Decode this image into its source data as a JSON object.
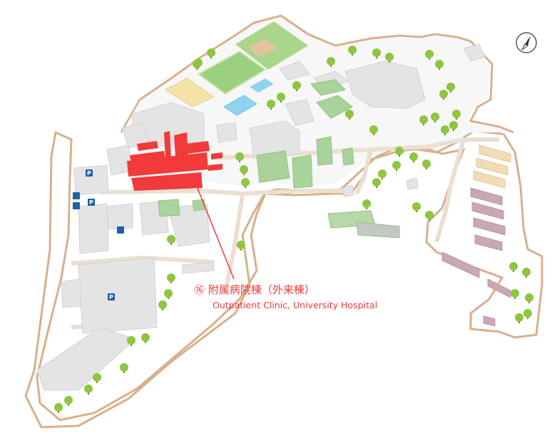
{
  "map": {
    "highlight": {
      "number": "⑯",
      "name_jp": "附属病院棟（外来棟）",
      "name_en": "Outpatient Clinic, University Hospital",
      "color": "#f23a3a"
    },
    "parking_label": "P",
    "colors": {
      "campus_outline": "#d8b08c",
      "building": "#e4e4e4",
      "building_green": "#a9d39b",
      "field": "#9dd07e",
      "pool": "#8fd3ee",
      "tree": "#8dc63f",
      "trunk": "#9b6a3c",
      "parking": "#1f5fa8",
      "apartment": "#c9a8b4",
      "apartment_tan": "#f0ddb6"
    },
    "compass": {
      "icon": "compass-icon"
    }
  }
}
